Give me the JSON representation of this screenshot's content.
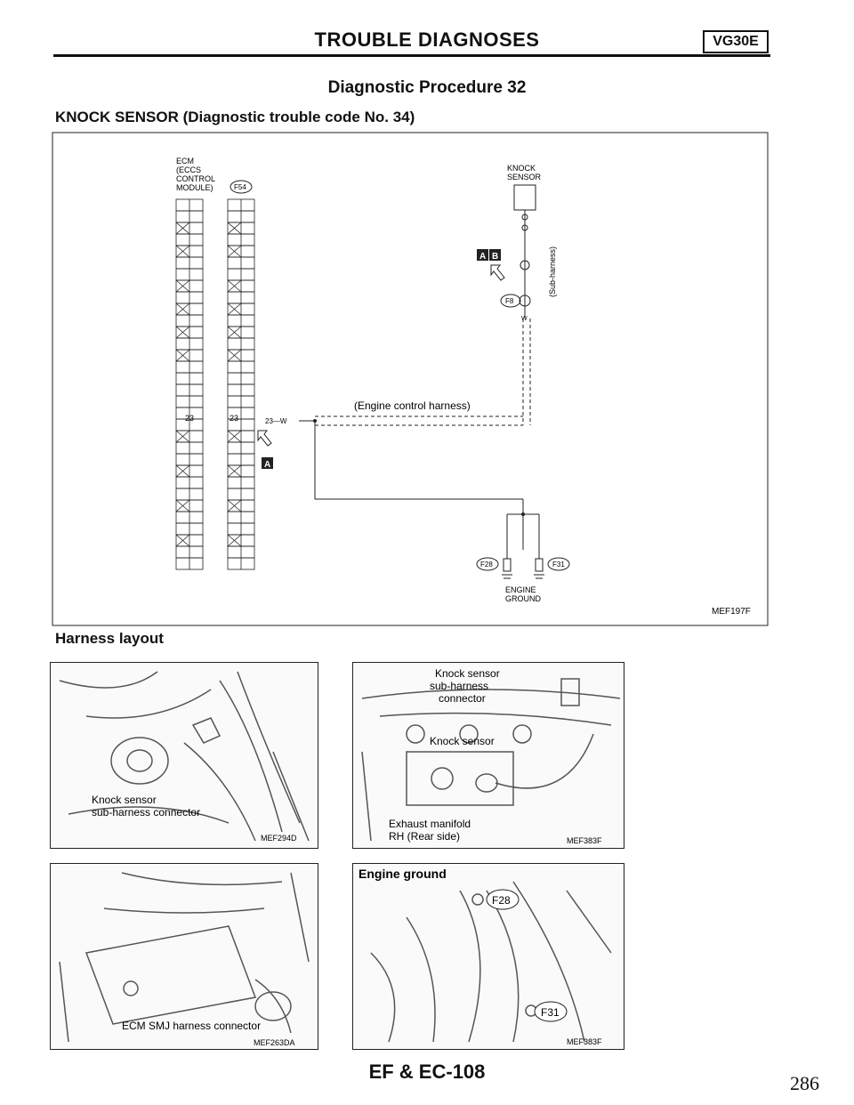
{
  "header": {
    "title": "TROUBLE DIAGNOSES",
    "badge": "VG30E"
  },
  "procedure_title": "Diagnostic Procedure 32",
  "section_title": "KNOCK SENSOR (Diagnostic trouble code No. 34)",
  "diagram": {
    "ecm_label": [
      "ECM",
      "(ECCS",
      "CONTROL",
      "MODULE)"
    ],
    "connector_f54": "F54",
    "knock_sensor_label": [
      "KNOCK",
      "SENSOR"
    ],
    "sub_harness_label": "(Sub-harness)",
    "connector_f8": "F8",
    "connector_f28": "F28",
    "connector_f31": "F31",
    "wire_w": "W",
    "wire_23w": "23—W",
    "pin_23": "23",
    "engine_control_harness": "(Engine control harness)",
    "engine_ground_label": [
      "ENGINE",
      "GROUND"
    ],
    "marker_a": "A",
    "marker_b": "B",
    "figure_code": "MEF197F"
  },
  "harness_layout_title": "Harness layout",
  "photos": {
    "p1": {
      "label1": "Knock sensor",
      "label2": "sub-harness connector",
      "code": "MEF294D"
    },
    "p2": {
      "label1": "Knock sensor",
      "label2": "sub-harness",
      "label3": "connector",
      "label4": "Knock sensor",
      "label5": "Exhaust manifold",
      "label6": "RH (Rear side)",
      "code": "MEF383F"
    },
    "p3": {
      "label1": "ECM SMJ harness connector",
      "code": "MEF263DA"
    },
    "p4": {
      "label1": "Engine ground",
      "label2": "F28",
      "label3": "F31",
      "code": "MEF383F"
    }
  },
  "footer": "EF & EC-108",
  "page_number": "286"
}
